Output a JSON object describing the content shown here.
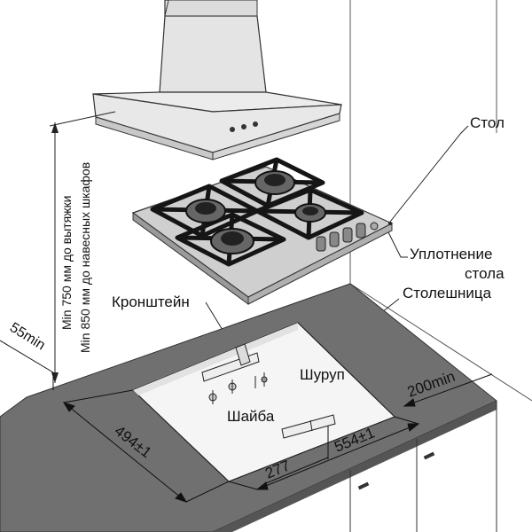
{
  "labels": {
    "table": "Стол",
    "seal_line1": "Уплотнение",
    "seal_line2": "стола",
    "countertop": "Столешница",
    "bracket": "Кронштейн",
    "screw": "Шуруп",
    "washer": "Шайба",
    "vertical_hood": "Min 750 мм до вытяжки",
    "vertical_cabinets": "Min 850 мм до навесных шкафов"
  },
  "dimensions": {
    "back_gap": "55min",
    "depth": "494±1",
    "half_width": "277",
    "width": "554±1",
    "side_gap": "200min"
  },
  "colors": {
    "countertop": "#6e6e6e",
    "hood": "#e9e9e9",
    "hob_steel": "#c8c8c8",
    "grates": "#1a1a1a",
    "cutout": "#f4f4f4",
    "lines": "#222222"
  }
}
